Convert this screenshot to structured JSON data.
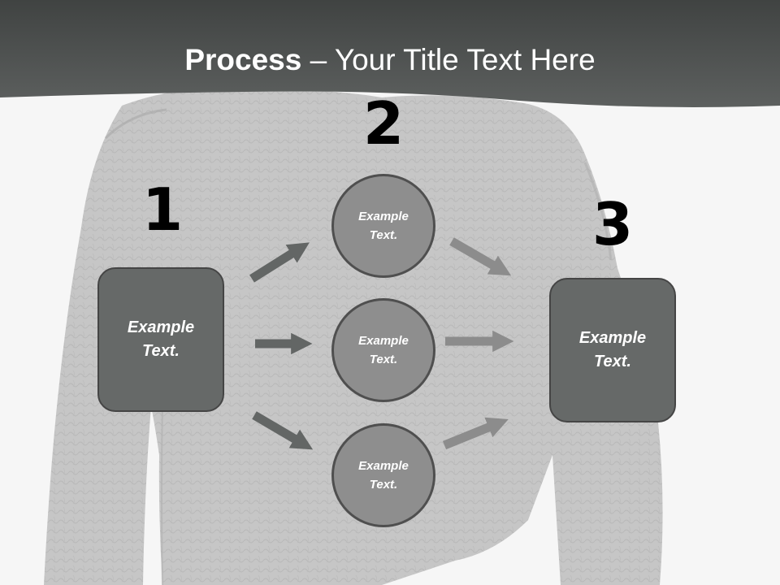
{
  "slide": {
    "title_strong": "Process",
    "title_rest": " – Your Title Text Here",
    "colors": {
      "header_band": "#555857",
      "box_fill": "#666968",
      "circle_fill": "#8e8e8e",
      "arrow_dark": "#636665",
      "arrow_light": "#8c8c8c"
    }
  },
  "steps": {
    "one": "1",
    "two": "2",
    "three": "3"
  },
  "left_box": {
    "text": "Example Text."
  },
  "right_box": {
    "text": "Example Text."
  },
  "circles": [
    {
      "text": "Example Text."
    },
    {
      "text": "Example Text."
    },
    {
      "text": "Example Text."
    }
  ]
}
